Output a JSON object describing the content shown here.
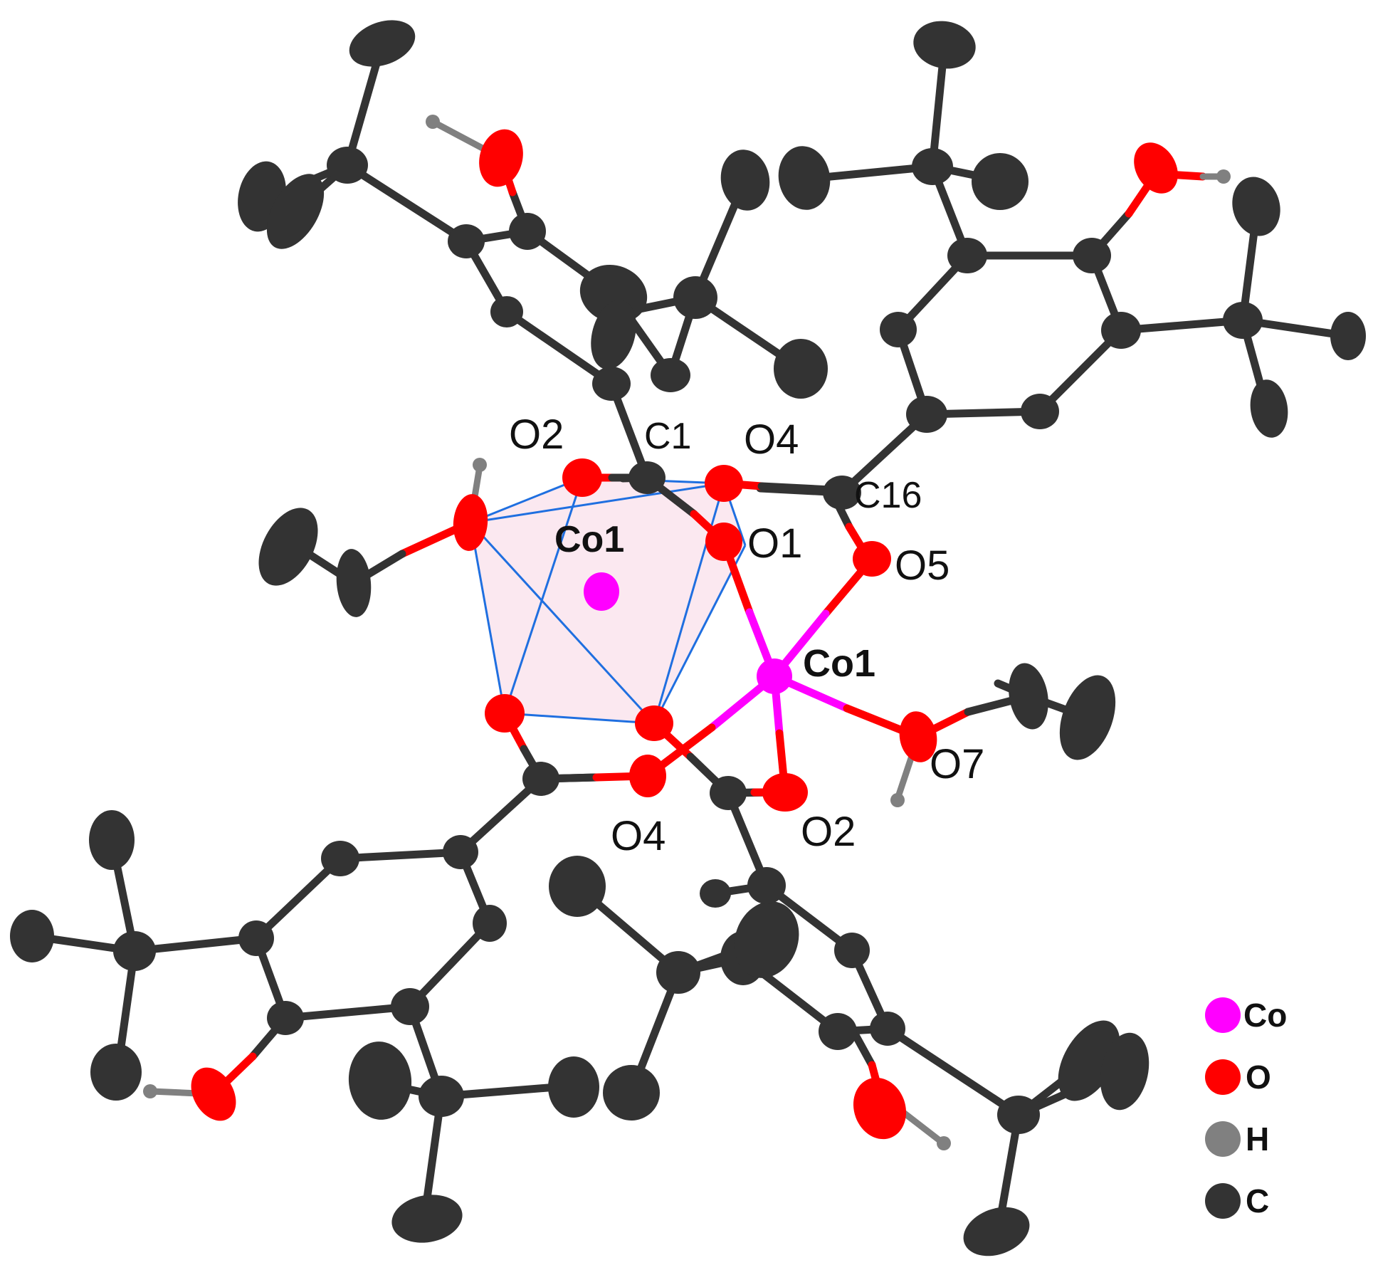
{
  "colors": {
    "cobalt": "#ff00ff",
    "oxygen": "#ff0000",
    "hydrogen": "#808080",
    "carbon": "#333333",
    "polyhedron_edge": "#1f6fe0",
    "polyhedron_fill": "#fbe8f0"
  },
  "atom_labels": {
    "co1_polyhedron": "Co1",
    "co1_center": "Co1",
    "o2_top": "O2",
    "c1": "C1",
    "o4_top": "O4",
    "c16": "C16",
    "o1": "O1",
    "o5": "O5",
    "o7": "O7",
    "o4_bottom": "O4",
    "o2_bottom": "O2"
  },
  "legend": [
    {
      "label": "Co",
      "color": "#ff00ff"
    },
    {
      "label": "O",
      "color": "#ff0000"
    },
    {
      "label": "H",
      "color": "#808080"
    },
    {
      "label": "C",
      "color": "#333333"
    }
  ]
}
